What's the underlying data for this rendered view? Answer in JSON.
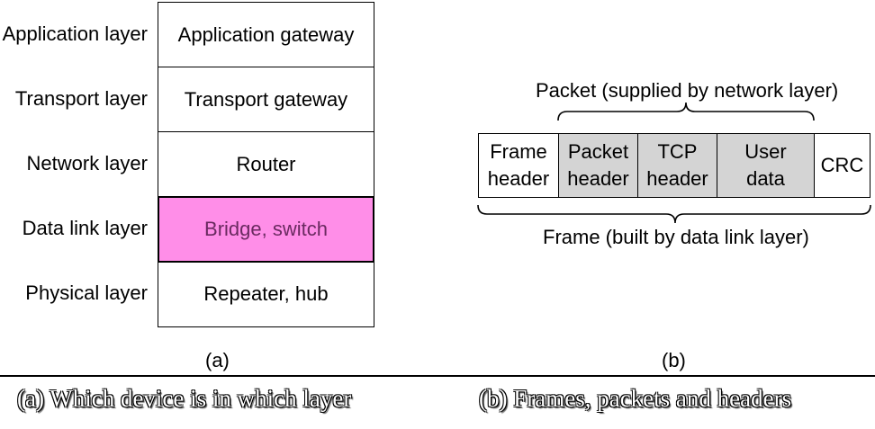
{
  "panel_a": {
    "layers": [
      {
        "layer": "Application layer",
        "device": "Application gateway"
      },
      {
        "layer": "Transport layer",
        "device": "Transport gateway"
      },
      {
        "layer": "Network layer",
        "device": "Router"
      },
      {
        "layer": "Data link layer",
        "device": "Bridge, switch",
        "highlighted": true
      },
      {
        "layer": "Physical layer",
        "device": "Repeater, hub"
      }
    ],
    "label": "(a)",
    "highlight_color": "#ff8ee8"
  },
  "panel_b": {
    "packet_label": "Packet (supplied by network layer)",
    "frame_label": "Frame (built by data link layer)",
    "fields": [
      {
        "line1": "Frame",
        "line2": "header",
        "shaded": false
      },
      {
        "line1": "Packet",
        "line2": "header",
        "shaded": true
      },
      {
        "line1": "TCP",
        "line2": "header",
        "shaded": true
      },
      {
        "line1": "User",
        "line2": "data",
        "shaded": true
      },
      {
        "line1": "CRC",
        "line2": "",
        "shaded": false
      }
    ],
    "label": "(b)",
    "shade_color": "#d4d4d4"
  },
  "captions": {
    "left": "(a) Which device is in which layer",
    "right": "(b) Frames, packets and headers"
  }
}
